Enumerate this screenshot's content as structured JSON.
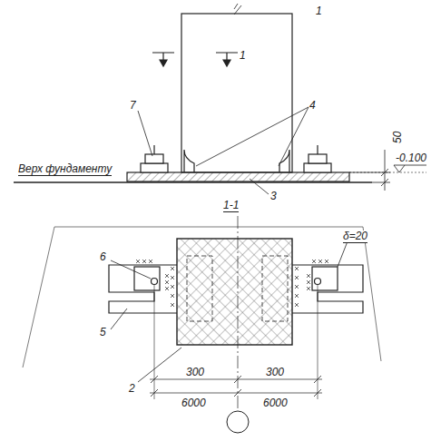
{
  "diagram": {
    "labels": [
      "1",
      "1",
      "4",
      "7",
      "Верх фундаменту",
      "50",
      "-0.100",
      "3",
      "1-1",
      "6",
      "5",
      "δ=20",
      "300",
      "300",
      "6000",
      "6000",
      "2"
    ]
  }
}
